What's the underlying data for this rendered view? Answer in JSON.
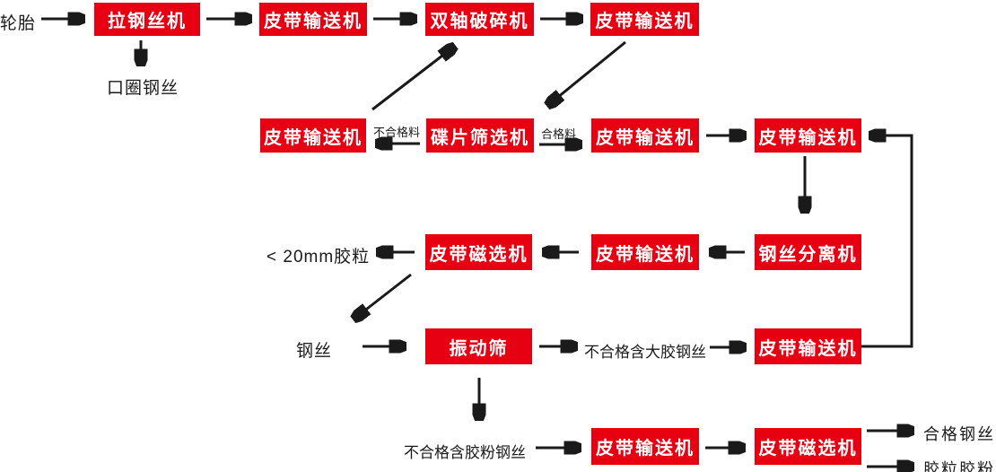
{
  "colors": {
    "box_bg": "#e60012",
    "box_text": "#ffffff",
    "line": "#1a1a1a",
    "label_text": "#1a1a1a",
    "background": "#ffffff"
  },
  "nodes": {
    "tire": "轮胎",
    "wire_drawing_machine": "拉钢丝机",
    "belt_conveyor_1": "皮带输送机",
    "double_shaft_crusher": "双轴破碎机",
    "belt_conveyor_2": "皮带输送机",
    "bead_wire": "口圈钢丝",
    "belt_conveyor_3": "皮带输送机",
    "unqualified_material": "不合格料",
    "disc_screening_machine": "碟片筛选机",
    "qualified_material": "合格料",
    "belt_conveyor_4": "皮带输送机",
    "belt_conveyor_5": "皮带输送机",
    "rubber_granule_under_20mm": "< 20mm胶粒",
    "belt_magnetic_separator_1": "皮带磁选机",
    "belt_conveyor_6": "皮带输送机",
    "steel_wire_separator": "钢丝分离机",
    "steel_wire": "钢丝",
    "vibrating_screen": "振动筛",
    "unqualified_wire_with_big_rubber": "不合格含大胶钢丝",
    "belt_conveyor_7": "皮带输送机",
    "unqualified_wire_with_rubber_powder": "不合格含胶粉钢丝",
    "belt_conveyor_8": "皮带输送机",
    "belt_magnetic_separator_2": "皮带磁选机",
    "qualified_steel_wire": "合格钢丝",
    "rubber_granule_and_powder": "胶粒胶粉"
  }
}
